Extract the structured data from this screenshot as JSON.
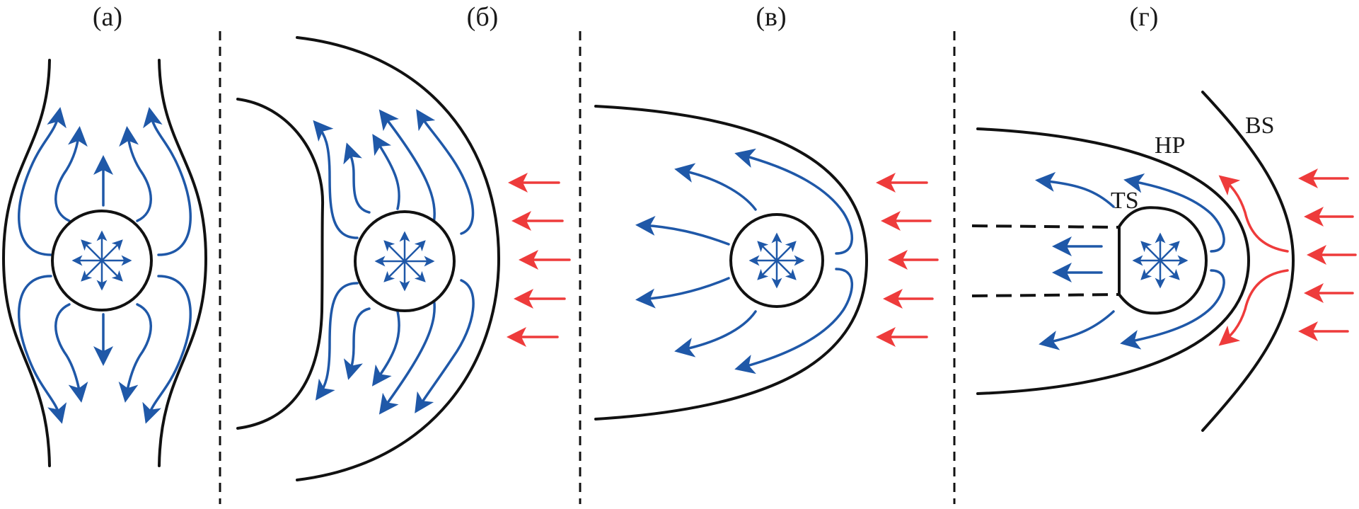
{
  "figure": {
    "panels": [
      {
        "id": "a",
        "label": "(а)"
      },
      {
        "id": "b",
        "label": "(б)"
      },
      {
        "id": "v",
        "label": "(в)"
      },
      {
        "id": "g",
        "label": "(г)"
      }
    ],
    "region_labels": {
      "bow_shock": "BS",
      "heliopause": "HP",
      "termination_shock": "TS"
    },
    "colors": {
      "stellar_wind": "#1f58a8",
      "interstellar_flow": "#ee3b3b",
      "boundary": "#111111"
    }
  }
}
